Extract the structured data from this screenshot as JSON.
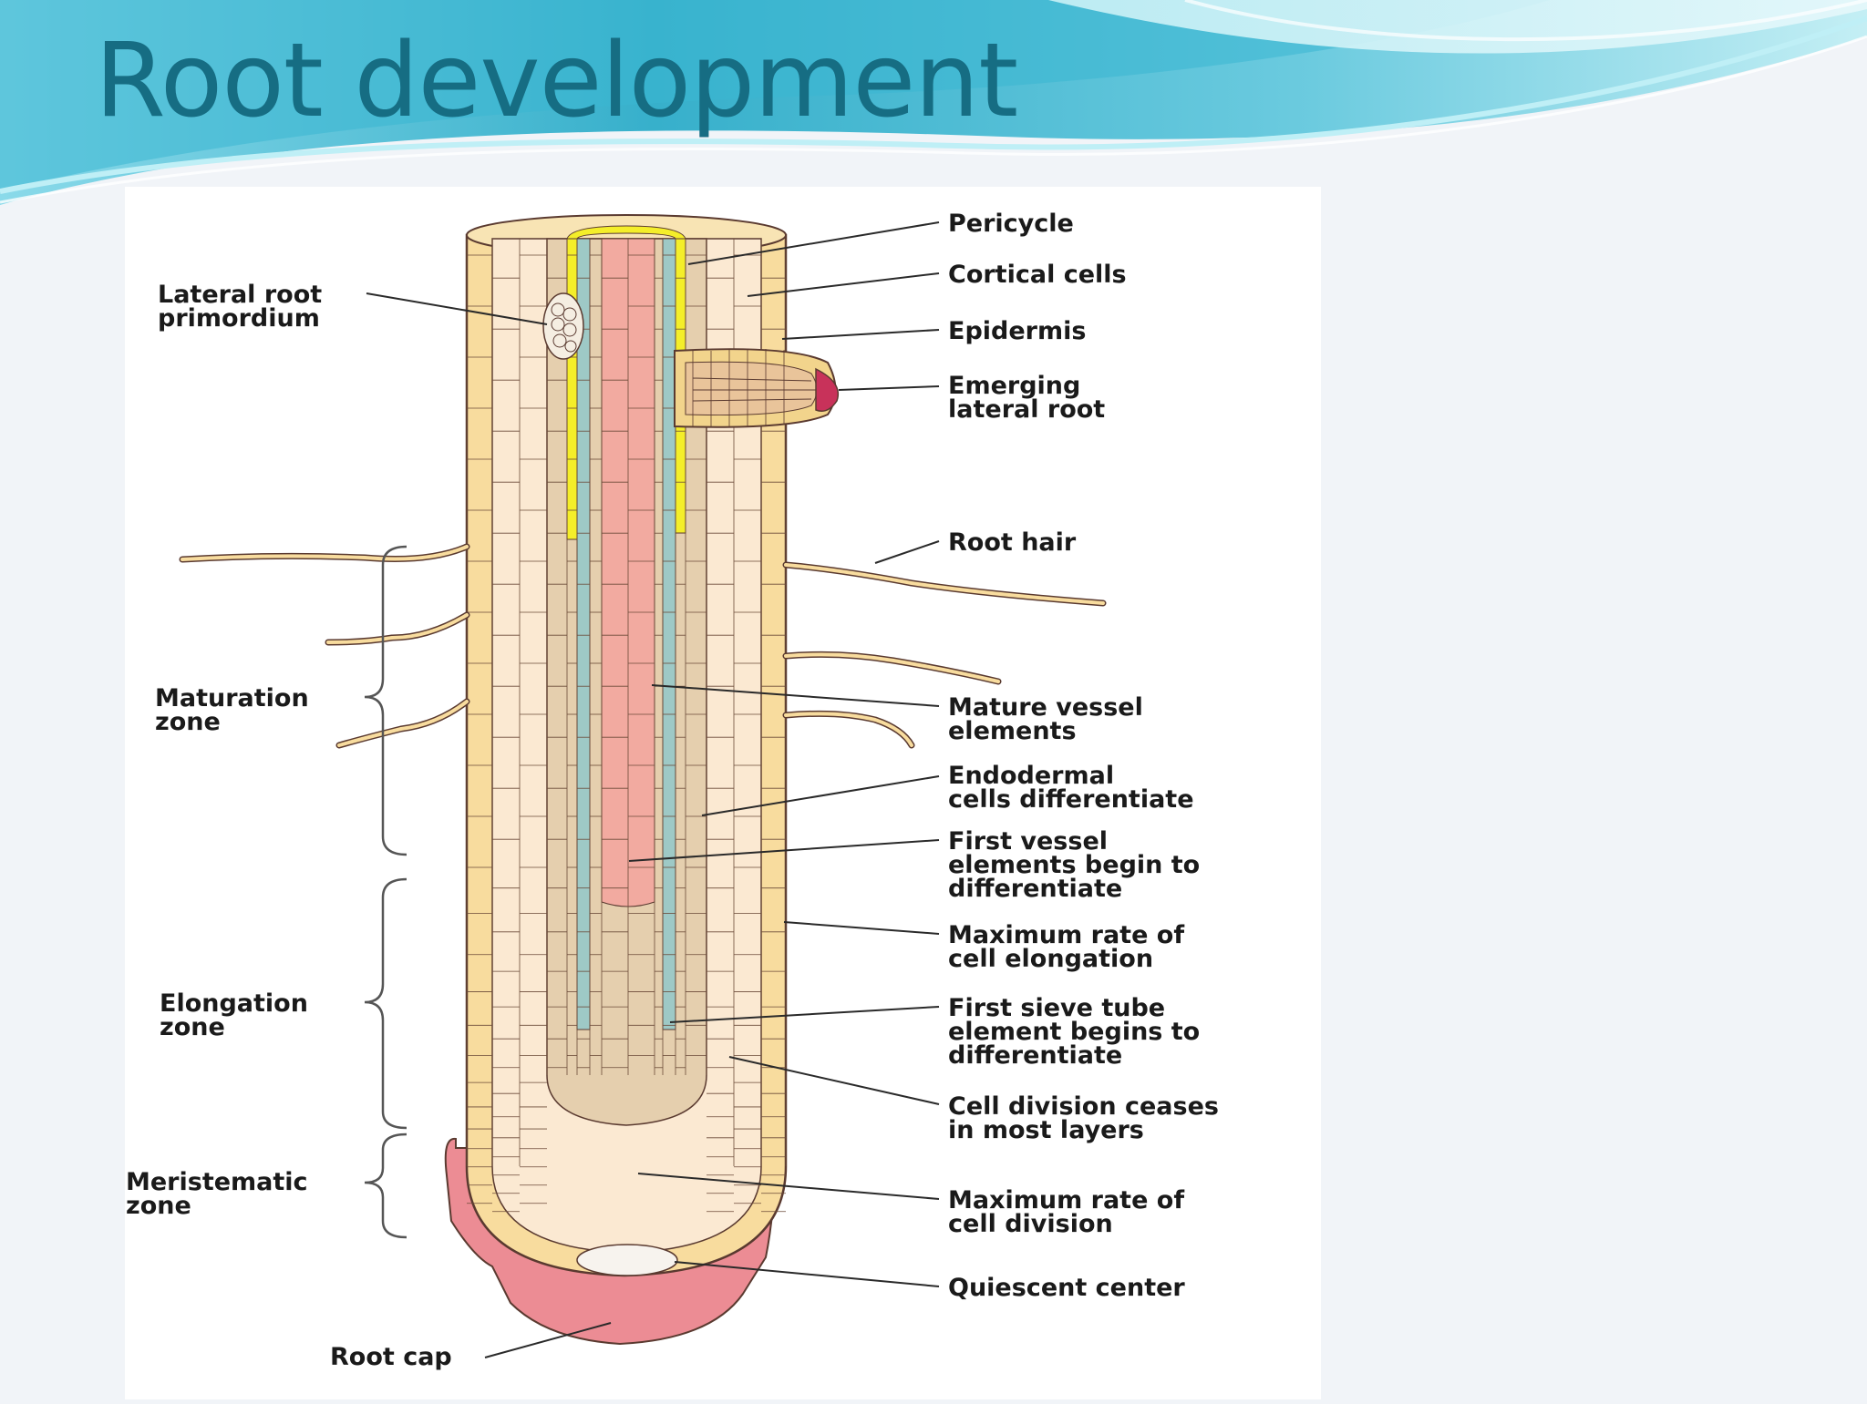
{
  "slide": {
    "title": "Root development"
  },
  "labels": {
    "lateral_root_primordium": [
      "Lateral root",
      "primordium"
    ],
    "pericycle": [
      "Pericycle"
    ],
    "cortical_cells": [
      "Cortical cells"
    ],
    "epidermis": [
      "Epidermis"
    ],
    "emerging_lateral_root": [
      "Emerging",
      "lateral root"
    ],
    "root_hair": [
      "Root hair"
    ],
    "mature_vessel_elements": [
      "Mature vessel",
      "elements"
    ],
    "endodermal_cells": [
      "Endodermal",
      "cells differentiate"
    ],
    "first_vessel_elements": [
      "First vessel",
      "elements begin to",
      "differentiate"
    ],
    "max_rate_elongation": [
      "Maximum rate of",
      "cell elongation"
    ],
    "first_sieve_tube": [
      "First sieve tube",
      "element begins to",
      "differentiate"
    ],
    "cell_division_ceases": [
      "Cell division ceases",
      "in most layers"
    ],
    "max_rate_division": [
      "Maximum rate of",
      "cell division"
    ],
    "quiescent_center": [
      "Quiescent center"
    ],
    "root_cap": [
      "Root cap"
    ],
    "maturation_zone": [
      "Maturation",
      "zone"
    ],
    "elongation_zone": [
      "Elongation",
      "zone"
    ],
    "meristematic_zone": [
      "Meristematic",
      "zone"
    ]
  },
  "colors": {
    "title": "#166d83",
    "epidermis": "#f8dc9e",
    "cortex": "#fbe9d2",
    "endodermis": "#e5cfae",
    "pericycle": "#f4ee2a",
    "phloem": "#9ec9c6",
    "xylem": "#f2aaa0",
    "root_cap": "#ec8c94",
    "lateral_tip": "#c8325a",
    "wave_dark": "#1aa0c0",
    "wave_light": "#8ee0ec"
  }
}
